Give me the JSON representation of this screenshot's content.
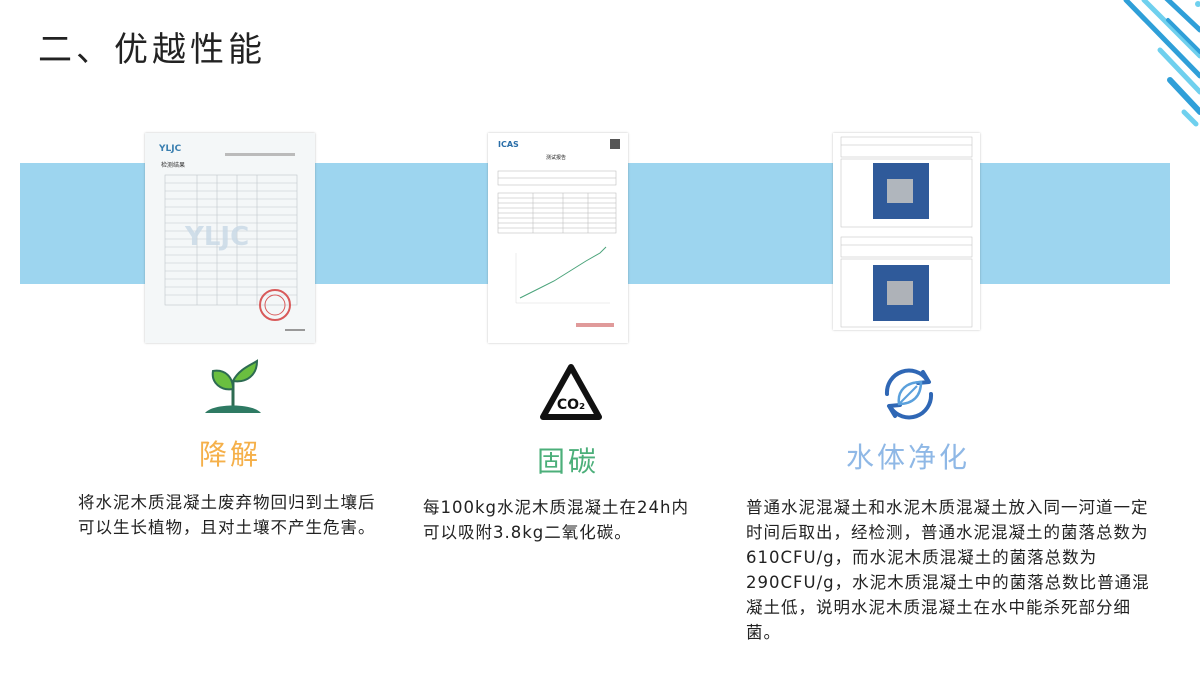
{
  "slide": {
    "title": "二、优越性能"
  },
  "features": [
    {
      "title": "降解",
      "title_color": "#f5b04a",
      "icon": "sprout-icon",
      "desc": "将水泥木质混凝土废弃物回归到土壤后可以生长植物，且对土壤不产生危害。"
    },
    {
      "title": "固碳",
      "title_color": "#4caf7a",
      "icon": "co2-warning-icon",
      "icon_text": "CO₂",
      "desc": "每100kg水泥木质混凝土在24h内可以吸附3.8kg二氧化碳。"
    },
    {
      "title": "水体净化",
      "title_color": "#8fb8e6",
      "icon": "leaf-cycle-icon",
      "desc": "普通水泥混凝土和水泥木质混凝土放入同一河道一定时间后取出，经检测，普通水泥混凝土的菌落总数为610CFU/g，而水泥木质混凝土的菌落总数为290CFU/g，水泥木质混凝土中的菌落总数比普通混凝土低，说明水泥木质混凝土在水中能杀死部分细菌。"
    }
  ],
  "documents": {
    "doc1": {
      "logo": "YLJC",
      "heading": "检测结果"
    },
    "doc2": {
      "logo": "ICAS",
      "heading": "测试报告"
    }
  },
  "colors": {
    "band": "#9dd5ef",
    "accent_blue": "#2f9fd8",
    "accent_cyan": "#6fd0ee"
  }
}
